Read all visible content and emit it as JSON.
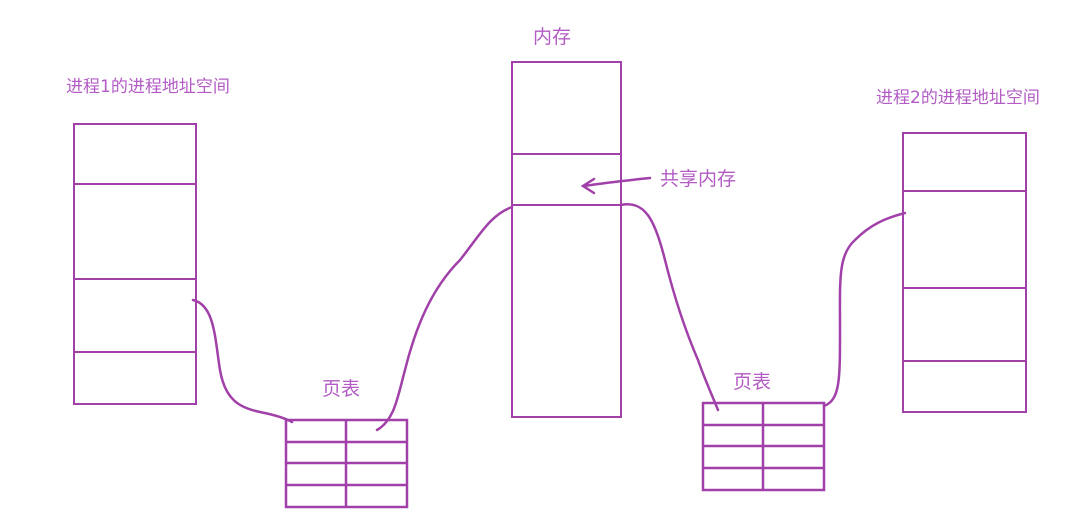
{
  "labels": {
    "process1": "进程1的进程地址空间",
    "memory": "内存",
    "process2": "进程2的进程地址空间",
    "shared_memory": "共享内存",
    "page_table_1": "页表",
    "page_table_2": "页表"
  },
  "colors": {
    "line": "#a040a8",
    "text": "#b25cc4"
  }
}
